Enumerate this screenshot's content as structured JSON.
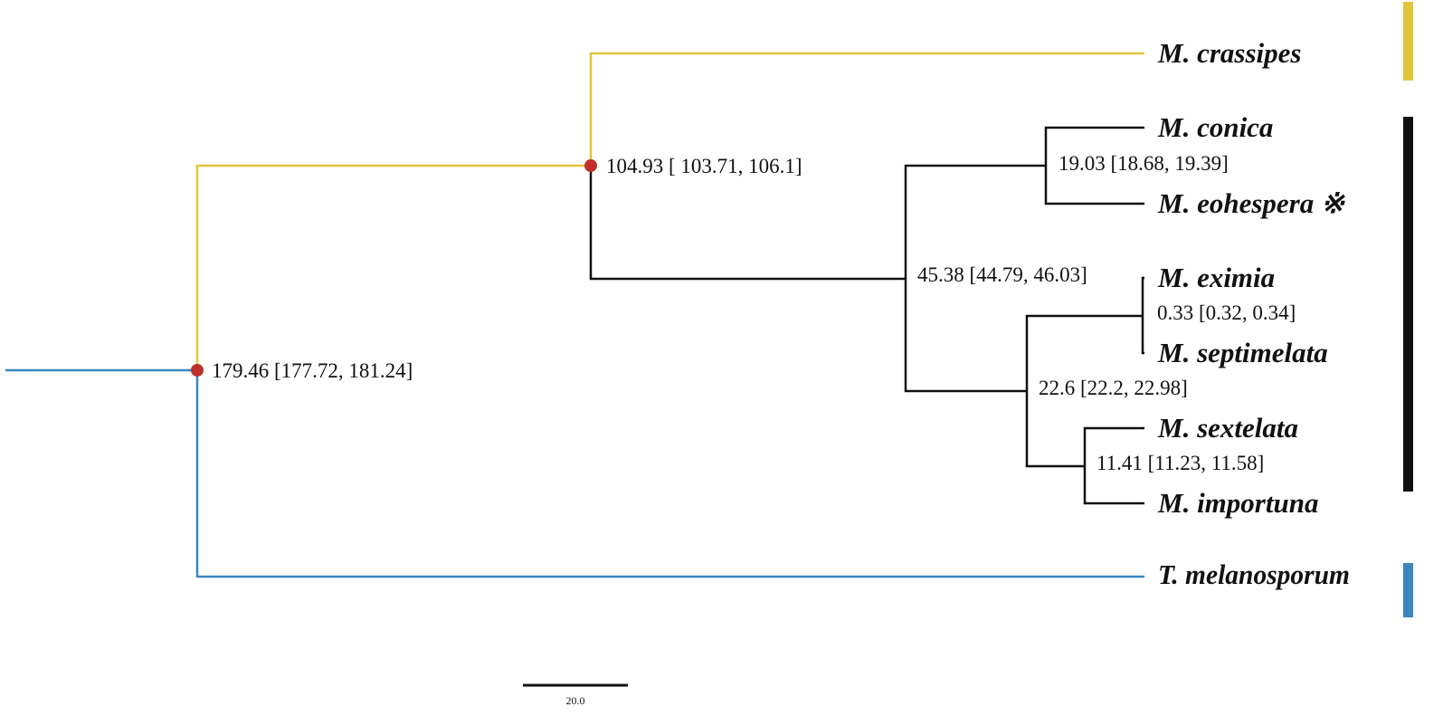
{
  "colors": {
    "yellow": "#e2c43a",
    "black": "#111111",
    "blue": "#3a87bf",
    "calibration_point": "#c0302a"
  },
  "taxa": {
    "crassipes": "M. crassipes",
    "conica": "M. conica",
    "eohespera": "M. eohespera ※",
    "eximia": "M. eximia",
    "septimelata": "M. septimelata",
    "sextelata": "M. sextelata",
    "importuna": "M. importuna",
    "melanosporum": "T. melanosporum"
  },
  "node_labels": {
    "root": "179.46 [177.72, 181.24]",
    "morchella": "104.93 [ 103.71, 106.1]",
    "black_clade": "45.38 [44.79, 46.03]",
    "conica_eohespera": "19.03 [18.68, 19.39]",
    "eximia_septimelata": "0.33 [0.32, 0.34]",
    "inner": "22.6 [22.2, 22.98]",
    "sextelata_importuna": "11.41 [11.23, 11.58]"
  },
  "scale_bar": {
    "label": "20.0",
    "value": 20.0
  }
}
